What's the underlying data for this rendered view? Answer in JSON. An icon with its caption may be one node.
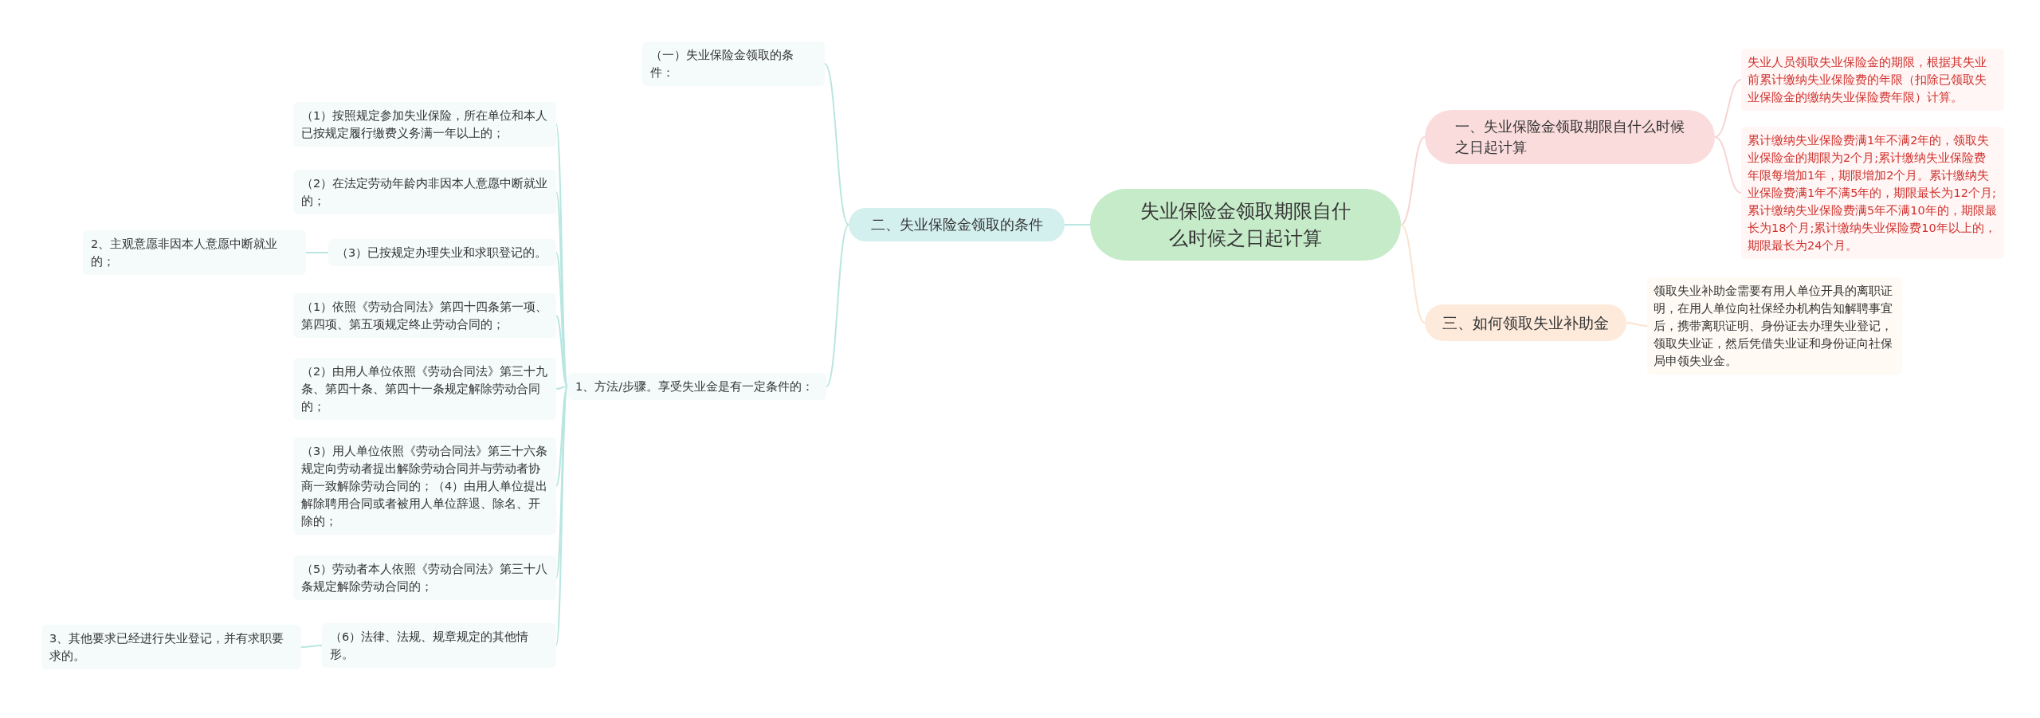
{
  "diagram": {
    "nodes": [
      {
        "text": [
          "失业保险金领取期限自什么时候之日起计算"
        ]
      },
      {
        "text": [
          "一、失业保险金领取期限自什么时候之日起计算"
        ]
      },
      {
        "text": [
          "失业人员领取失业保险金的期限，根据其失业前累计缴纳失业保险费的年限（扣除已领取失业保险金的缴纳失业保险费年限）计算。"
        ]
      },
      {
        "text": [
          "累计缴纳失业保险费满1年不满2年的，领取失业保险金的期限为2个月;累计缴纳失业保险费年限每增加1年，期限增加2个月。累计缴纳失业保险费满1年不满5年的，期限最长为12个月;累计缴纳失业保险费满5年不满10年的，期限最长为18个月;累计缴纳失业保险费10年以上的，期限最长为24个月。"
        ]
      },
      {
        "text": [
          "三、如何领取失业补助金"
        ]
      },
      {
        "text": [
          "领取失业补助金需要有用人单位开具的离职证明，在用人单位向社保经办机构告知解聘事宜后，携带离职证明、身份证去办理失业登记，领取失业证，然后凭借失业证和身份证向社保局申领失业金。"
        ]
      },
      {
        "text": [
          "二、失业保险金领取的条件"
        ]
      },
      {
        "text": [
          "（一）失业保险金领取的条件："
        ]
      },
      {
        "text": [
          "1、方法/步骤。享受失业金是有一定条件的："
        ]
      },
      {
        "text": [
          "（1）按照规定参加失业保险，所在单位和本人已按规定履行缴费义务满一年以上的；"
        ]
      },
      {
        "text": [
          "（2）在法定劳动年龄内非因本人意愿中断就业的；"
        ]
      },
      {
        "text": [
          "（3）已按规定办理失业和求职登记的。"
        ]
      },
      {
        "text": [
          "2、主观意愿非因本人意愿中断就业的；"
        ]
      },
      {
        "text": [
          "（1）依照《劳动合同法》第四十四条第一项、第四项、第五项规定终止劳动合同的；"
        ]
      },
      {
        "text": [
          "（2）由用人单位依照《劳动合同法》第三十九条、第四十条、第四十一条规定解除劳动合同的；"
        ]
      },
      {
        "text": [
          "（3）用人单位依照《劳动合同法》第三十六条规定向劳动者提出解除劳动合同并与劳动者协商一致解除劳动合同的；（4）由用人单位提出解除聘用合同或者被用人单位辞退、除名、开除的；"
        ]
      },
      {
        "text": [
          "（5）劳动者本人依照《劳动合同法》第三十八条规定解除劳动合同的；"
        ]
      },
      {
        "text": [
          "（6）法律、法规、规章规定的其他情形。"
        ]
      },
      {
        "text": [
          "3、其他要求已经进行失业登记，并有求职要求的。"
        ]
      }
    ],
    "edges": [
      {
        "from": 0,
        "to": 1,
        "arrow": "none",
        "color": "#f7d4d4"
      },
      {
        "from": 1,
        "to": 2,
        "arrow": "none",
        "color": "#f7d4d4"
      },
      {
        "from": 1,
        "to": 3,
        "arrow": "none",
        "color": "#f7d4d4"
      },
      {
        "from": 0,
        "to": 4,
        "arrow": "none",
        "color": "#fbe3cf"
      },
      {
        "from": 4,
        "to": 5,
        "arrow": "none",
        "color": "#fbe3cf"
      },
      {
        "from": 0,
        "to": 6,
        "arrow": "none"
      },
      {
        "from": 6,
        "to": 7,
        "arrow": "none"
      },
      {
        "from": 6,
        "to": 8,
        "arrow": "none"
      },
      {
        "from": 8,
        "to": 9,
        "arrow": "none"
      },
      {
        "from": 8,
        "to": 10,
        "arrow": "none"
      },
      {
        "from": 8,
        "to": 11,
        "arrow": "none"
      },
      {
        "from": 11,
        "to": 12,
        "arrow": "none"
      },
      {
        "from": 8,
        "to": 13,
        "arrow": "none"
      },
      {
        "from": 8,
        "to": 14,
        "arrow": "none"
      },
      {
        "from": 8,
        "to": 15,
        "arrow": "none"
      },
      {
        "from": 8,
        "to": 16,
        "arrow": "none"
      },
      {
        "from": 8,
        "to": 17,
        "arrow": "none"
      },
      {
        "from": 17,
        "to": 18,
        "arrow": "none"
      }
    ]
  }
}
